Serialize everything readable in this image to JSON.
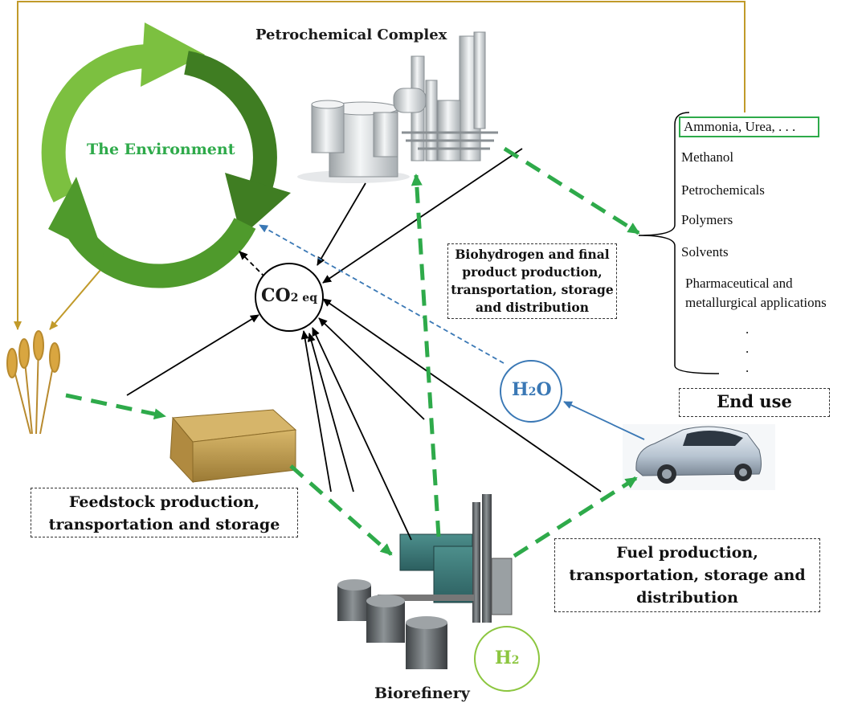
{
  "environment": {
    "label": "The Environment"
  },
  "petrochemical": {
    "label": "Petrochemical Complex"
  },
  "biorefinery": {
    "label": "Biorefinery"
  },
  "co2": {
    "main": "CO",
    "sub": "2 eq"
  },
  "h2o": {
    "label": "H",
    "sub": "2",
    "tail": "O"
  },
  "h2": {
    "label": "H",
    "sub": "2"
  },
  "boxes": {
    "biohydrogen": [
      "Biohydrogen and final",
      "product production,",
      "transportation, storage",
      "and distribution"
    ],
    "feedstock": [
      "Feedstock production,",
      "transportation and storage"
    ],
    "fuel": [
      "Fuel production,",
      "transportation, storage and",
      "distribution"
    ],
    "end_use": "End use"
  },
  "end_use_items": [
    "Ammonia, Urea, . . .",
    "Methanol",
    "Petrochemicals",
    "Polymers",
    "Solvents",
    "Pharmaceutical and",
    "metallurgical applications",
    ".",
    ".",
    "."
  ],
  "colors": {
    "green_dash": "#2eaa4a",
    "env_arrow_dark": "#3f7d22",
    "env_arrow_light": "#7cc040",
    "env_text": "#2eaa4a",
    "blue": "#3a78b5",
    "gold": "#c19a2a",
    "h2_green": "#8cc63f"
  }
}
